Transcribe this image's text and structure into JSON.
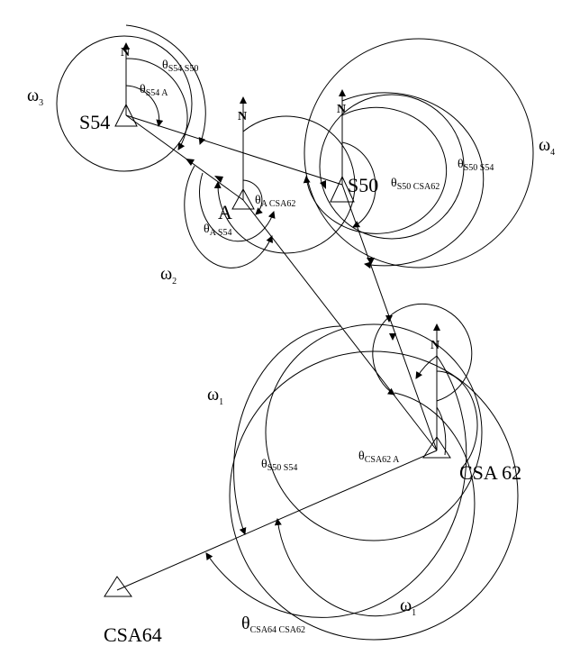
{
  "stations": {
    "s54": "S54",
    "a": "A",
    "s50": "S50",
    "csa62": "CSA 62",
    "csa64": "CSA64"
  },
  "north": "N",
  "omega": {
    "symbol": "ω",
    "w3": "3",
    "w2": "2",
    "w4": "4",
    "w1": "1"
  },
  "theta": {
    "symbol": "θ",
    "s54_s50": "S54 S50",
    "s54_a": "S54 A",
    "a_csa62": "A CSA62",
    "a_s54": "A S54",
    "s50_csa62": "S50 CSA62",
    "s50_s54_top": "S50 S54",
    "csa62_a": "CSA62 A",
    "s50_s54_bottom": "S50 S54",
    "csa64_csa62": "CSA64 CSA62"
  }
}
